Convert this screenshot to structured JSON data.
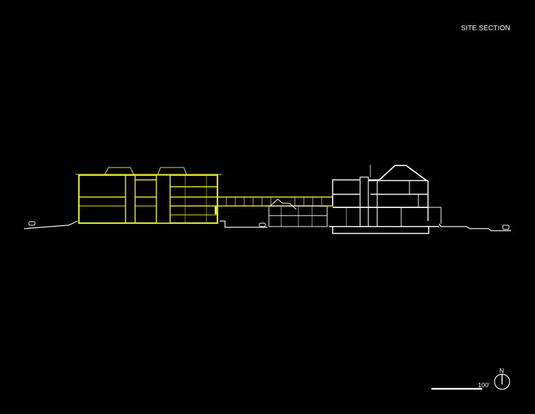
{
  "title": "SITE SECTION",
  "scale_bar": {
    "label": "100'"
  },
  "north_arrow": {
    "label": "N"
  },
  "colors": {
    "background": "#000000",
    "new_building": "#e8e82a",
    "existing_building": "#ffffff"
  }
}
